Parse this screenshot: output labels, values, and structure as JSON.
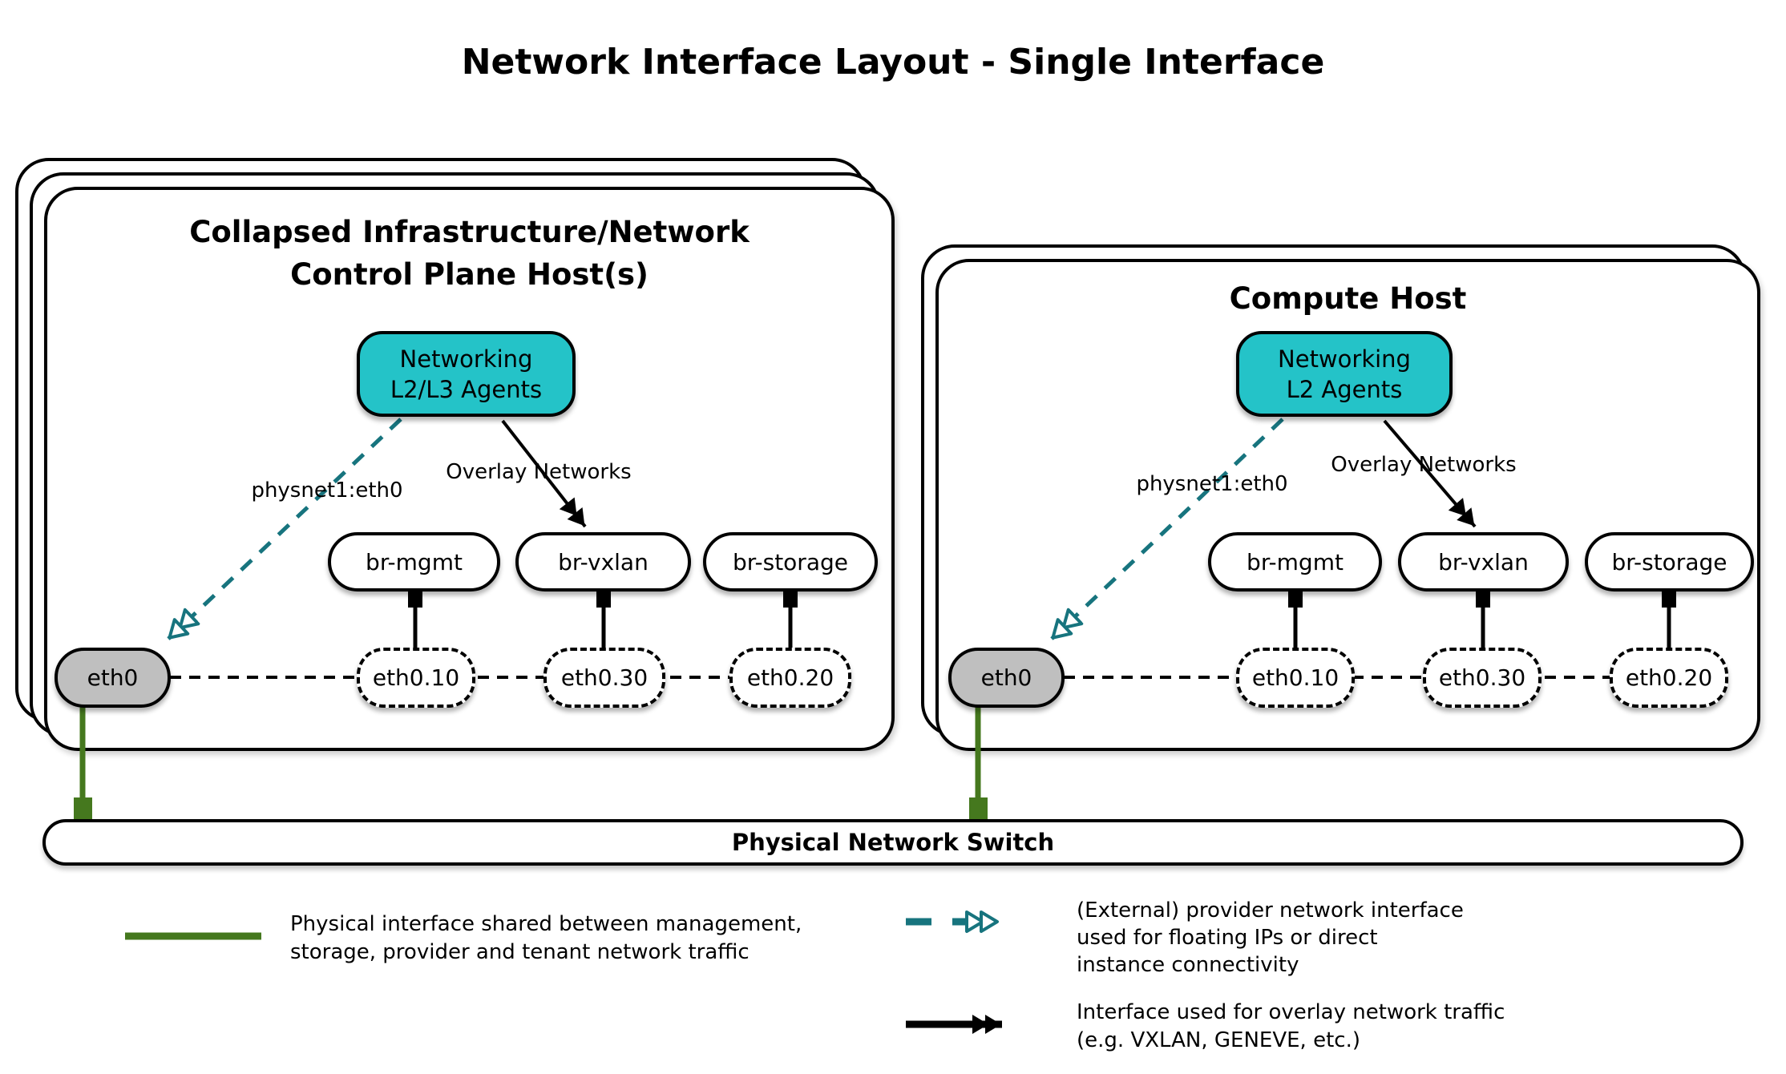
{
  "page_title": "Network Interface Layout - Single Interface",
  "colors": {
    "teal_fill": "#24C3C8",
    "teal_dark": "#17747E",
    "green": "#45781E",
    "gray_fill": "#BFBFBF"
  },
  "hosts": {
    "left": {
      "title_line1": "Collapsed Infrastructure/Network",
      "title_line2": "Control Plane Host(s)",
      "agent_line1": "Networking",
      "agent_line2": "L2/L3 Agents",
      "provider_arrow_label": "physnet1:eth0",
      "overlay_arrow_label": "Overlay Networks",
      "bridges": [
        "br-mgmt",
        "br-vxlan",
        "br-storage"
      ],
      "physical_interface": "eth0",
      "subinterfaces": [
        "eth0.10",
        "eth0.30",
        "eth0.20"
      ]
    },
    "right": {
      "title_line1": "Compute Host",
      "agent_line1": "Networking",
      "agent_line2": "L2 Agents",
      "provider_arrow_label": "physnet1:eth0",
      "overlay_arrow_label": "Overlay Networks",
      "bridges": [
        "br-mgmt",
        "br-vxlan",
        "br-storage"
      ],
      "physical_interface": "eth0",
      "subinterfaces": [
        "eth0.10",
        "eth0.30",
        "eth0.20"
      ]
    }
  },
  "switch_label": "Physical Network Switch",
  "legend": {
    "physical": {
      "line1": "Physical interface shared between management,",
      "line2": "storage, provider and tenant network traffic"
    },
    "provider": {
      "line1": "(External) provider network interface",
      "line2": "used for floating IPs or direct",
      "line3": "instance connectivity"
    },
    "overlay": {
      "line1": "Interface used for overlay network traffic",
      "line2": "(e.g. VXLAN, GENEVE, etc.)"
    }
  }
}
